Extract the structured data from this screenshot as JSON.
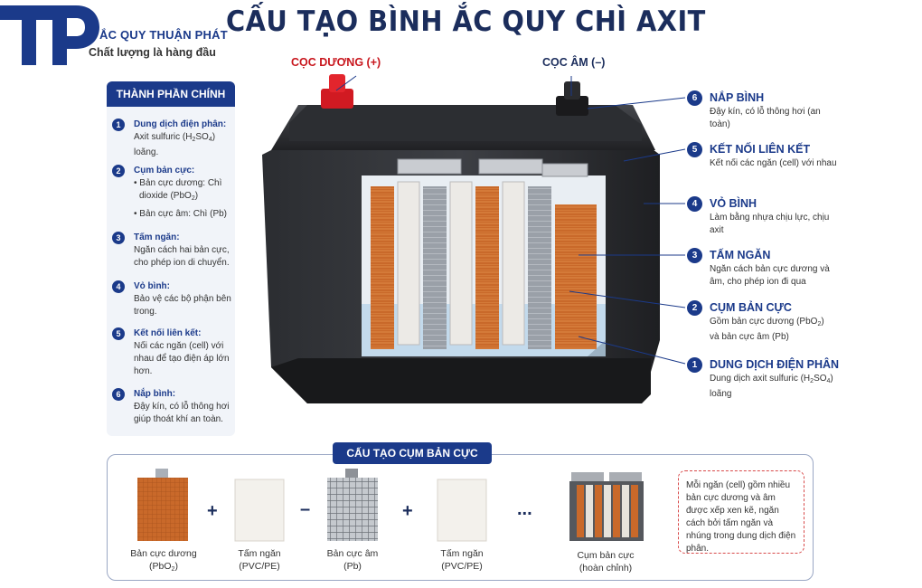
{
  "brand": {
    "logo_text": "TP",
    "name": "ẮC QUY THUẬN PHÁT",
    "slogan": "Chất lượng là hàng đầu"
  },
  "title": "CẤU TẠO BÌNH ẮC QUY CHÌ AXIT",
  "terminals": {
    "positive": "CỌC DƯƠNG (+)",
    "negative": "CỌC ÂM (–)"
  },
  "left_panel": {
    "header": "THÀNH PHẦN CHÍNH",
    "items": [
      {
        "num": "1",
        "title": "Dung dịch điện phân:",
        "desc_a": "Axit sulfuric (H",
        "sub_a": "2",
        "desc_b": "SO",
        "sub_b": "4",
        "desc_c": ")",
        "desc2": "loãng."
      },
      {
        "num": "2",
        "title": "Cụm bản cực:",
        "bullet1_a": "• Bản cực dương: Chì dioxide (PbO",
        "bullet1_sub": "2",
        "bullet1_b": ")",
        "bullet2": "• Bản cực âm: Chì (Pb)"
      },
      {
        "num": "3",
        "title": "Tấm ngăn:",
        "desc": "Ngăn cách hai bản cực, cho phép ion di chuyển."
      },
      {
        "num": "4",
        "title": "Vỏ bình:",
        "desc": "Bảo vệ các bộ phận bên trong."
      },
      {
        "num": "5",
        "title": "Kết nối liên kết:",
        "desc": "Nối các ngăn (cell) với nhau để tạo điện áp lớn hơn."
      },
      {
        "num": "6",
        "title": "Nắp bình:",
        "desc": "Đậy kín, có lỗ thông hơi giúp thoát khí an toàn."
      }
    ]
  },
  "callouts": [
    {
      "num": "6",
      "title": "NẮP BÌNH",
      "desc": "Đậy kín, có lỗ thông hơi (an toàn)"
    },
    {
      "num": "5",
      "title": "KẾT NỐI LIÊN KẾT",
      "desc": "Kết nối các ngăn (cell) với nhau"
    },
    {
      "num": "4",
      "title": "VỎ BÌNH",
      "desc": "Làm bằng nhựa chịu lực, chịu axit"
    },
    {
      "num": "3",
      "title": "TẤM NGĂN",
      "desc": "Ngăn cách bản cực dương và âm, cho phép ion đi qua"
    },
    {
      "num": "2",
      "title": "CỤM BẢN CỰC",
      "desc_a": "Gồm bản cực dương (PbO",
      "desc_sub": "2",
      "desc_b": ")",
      "desc2": "và bản cực âm (Pb)"
    },
    {
      "num": "1",
      "title": "DUNG DỊCH ĐIỆN PHÂN",
      "desc_a": "Dung dịch axit sulfuric (H",
      "sub_a": "2",
      "desc_b": "SO",
      "sub_b": "4",
      "desc_c": ")",
      "desc2": "loãng"
    }
  ],
  "bottom": {
    "header": "CẤU TẠO CỤM BẢN CỰC",
    "parts": [
      {
        "line1": "Bản cực dương",
        "line2_a": "(PbO",
        "line2_sub": "2",
        "line2_b": ")"
      },
      {
        "line1": "Tấm ngăn",
        "line2": "(PVC/PE)"
      },
      {
        "line1": "Bản cực âm",
        "line2": "(Pb)"
      },
      {
        "line1": "Tấm ngăn",
        "line2": "(PVC/PE)"
      },
      {
        "line1": "Cụm bản cực",
        "line2": "(hoàn chỉnh)"
      }
    ],
    "operators": [
      "+",
      "–",
      "+",
      "..."
    ],
    "note": "Mỗi ngăn (cell) gồm nhiều bản cực dương và âm được xếp xen kẽ, ngăn cách bởi tấm ngăn và nhúng trong dung dịch điện phân."
  },
  "colors": {
    "navy": "#1b3a8a",
    "red": "#c8161d",
    "copper": "#c9692a"
  }
}
